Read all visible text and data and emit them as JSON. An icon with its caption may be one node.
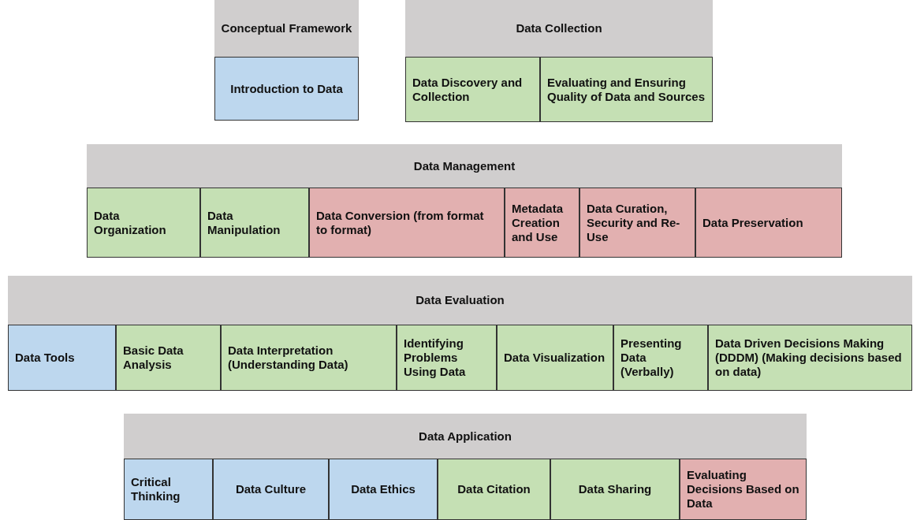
{
  "diagram": {
    "nodes": [
      {
        "text": [
          "Conceptual Framework"
        ]
      },
      {
        "text": [
          "Data Collection"
        ]
      },
      {
        "text": [
          "Introduction to Data"
        ]
      },
      {
        "text": [
          "Data Discovery and Collection"
        ]
      },
      {
        "text": [
          "Evaluating and Ensuring Quality of Data and Sources"
        ]
      },
      {
        "text": [
          "Data Management"
        ]
      },
      {
        "text": [
          "Data Organization"
        ]
      },
      {
        "text": [
          "Data Manipulation"
        ]
      },
      {
        "text": [
          "Data Conversion (from format to format)"
        ]
      },
      {
        "text": [
          "Metadata Creation and Use"
        ]
      },
      {
        "text": [
          "Data Curation, Security and Re-Use"
        ]
      },
      {
        "text": [
          "Data Preservation"
        ]
      },
      {
        "text": [
          "Data Evaluation"
        ]
      },
      {
        "text": [
          "Data Tools"
        ]
      },
      {
        "text": [
          "Basic Data Analysis"
        ]
      },
      {
        "text": [
          "Data Interpretation (Understanding Data)"
        ]
      },
      {
        "text": [
          "Identifying Problems Using Data"
        ]
      },
      {
        "text": [
          "Data Visualization"
        ]
      },
      {
        "text": [
          "Presenting Data (Verbally)"
        ]
      },
      {
        "text": [
          "Data Driven Decisions Making (DDDM) (Making decisions based on data)"
        ]
      },
      {
        "text": [
          "Data Application"
        ]
      },
      {
        "text": [
          "Critical Thinking"
        ]
      },
      {
        "text": [
          "Data Culture"
        ]
      },
      {
        "text": [
          "Data Ethics"
        ]
      },
      {
        "text": [
          "Data Citation"
        ]
      },
      {
        "text": [
          "Data Sharing"
        ]
      },
      {
        "text": [
          "Evaluating Decisions Based on Data"
        ]
      }
    ]
  }
}
